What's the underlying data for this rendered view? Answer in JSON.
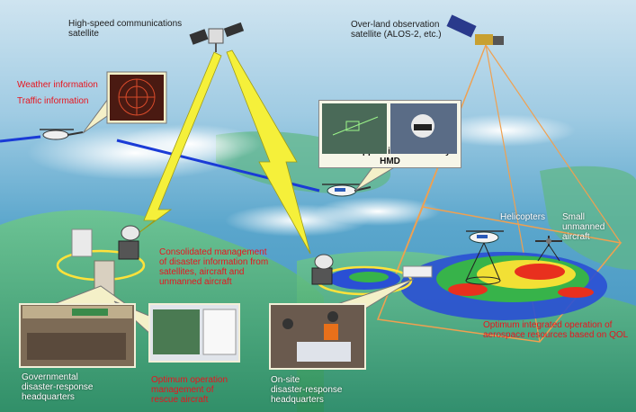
{
  "satellites": {
    "comm": "High-speed communications\nsatellite",
    "observation": "Over-land observation\nsatellite (ALOS-2, etc.)"
  },
  "aircraft_info": {
    "weather": "Weather information",
    "traffic": "Traffic information"
  },
  "hmd": {
    "caption": "Task support information by HMD"
  },
  "labels": {
    "helicopters": "Helicopters",
    "small_uav": "Small\nunmanned\naircraft",
    "consolidated": "Consolidated management\nof disaster information from\nsatellites, aircraft and\nunmanned aircraft",
    "optimum_integrated": "Optimum integrated operation of\naerospace resources based on QOL",
    "gov_hq": "Governmental\ndisaster-response\nheadquarters",
    "optimum_rescue": "Optimum operation\nmanagement of\nrescue aircraft",
    "onsite_hq": "On-site\ndisaster-response\nheadquarters"
  },
  "colors": {
    "label_red": "#e8141e",
    "lightning_yellow": "#f5f03a",
    "link_blue": "#1a3bd6",
    "observation_cone": "#f0a050",
    "ring_yellow": "#ffe23a"
  }
}
